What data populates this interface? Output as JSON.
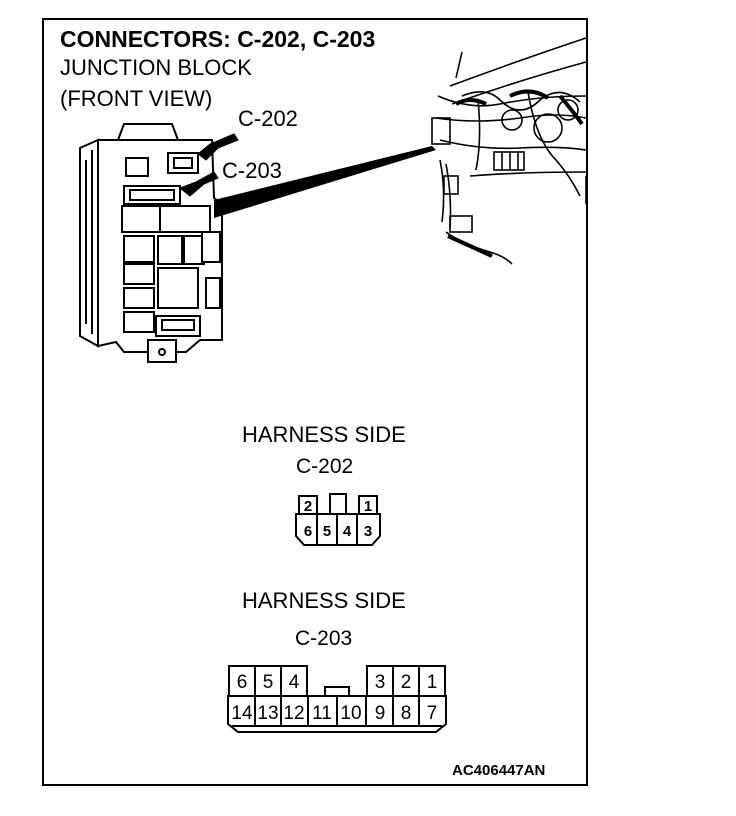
{
  "title": "CONNECTORS: C-202, C-203",
  "subtitle_line1": "JUNCTION BLOCK",
  "subtitle_line2": "(FRONT VIEW)",
  "callouts": {
    "c202": "C-202",
    "c203": "C-203"
  },
  "connector_c202": {
    "side_label": "HARNESS SIDE",
    "name": "C-202",
    "top_pins": [
      "2",
      "1"
    ],
    "bottom_pins": [
      "6",
      "5",
      "4",
      "3"
    ]
  },
  "connector_c203": {
    "side_label": "HARNESS SIDE",
    "name": "C-203",
    "top_left_pins": [
      "6",
      "5",
      "4"
    ],
    "top_right_pins": [
      "3",
      "2",
      "1"
    ],
    "bottom_pins": [
      "14",
      "13",
      "12",
      "11",
      "10",
      "9",
      "8",
      "7"
    ]
  },
  "figure_code": "AC406447AN"
}
